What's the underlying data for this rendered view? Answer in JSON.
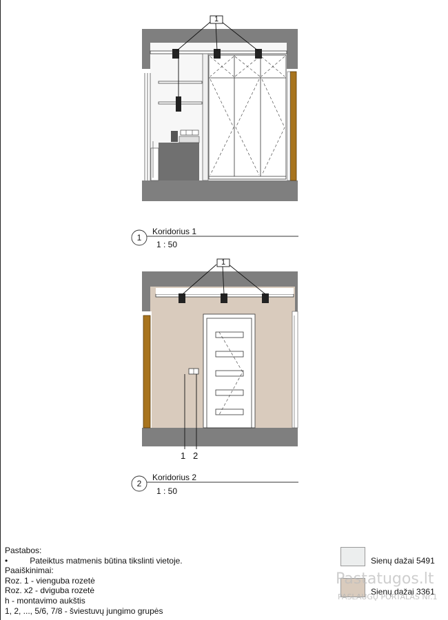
{
  "view1": {
    "title": "Koridorius 1",
    "scale": "1 : 50",
    "number": "1",
    "tag": "1"
  },
  "view2": {
    "title": "Koridorius 2",
    "scale": "1 : 50",
    "number": "2",
    "tag": "1",
    "socket_labels": [
      "1",
      "2"
    ]
  },
  "notes": {
    "heading": "Pastabos:",
    "bullet": "•",
    "bullet_text": "Pateiktus matmenis būtina tikslinti vietoje.",
    "legend_heading": "Paaiškinimai:",
    "lines": [
      "Roz. 1 - vienguba rozetė",
      "Roz. x2 - dviguba rozetė",
      "h - montavimo aukštis",
      "1, 2, ..., 5/6, 7/8 - šviestuvų jungimo grupės"
    ]
  },
  "swatches": [
    {
      "label": "Sienų dažai 5491",
      "color": "#eceeee"
    },
    {
      "label": "Sienų dažai 3361",
      "color": "#d9cbbd"
    }
  ],
  "watermark": {
    "main": "Pastatugos.lt",
    "sub": "PASLAUGŲ PORTALAS Nr.1"
  },
  "colors": {
    "wall": "#7f7f7f",
    "paint_beige": "#d9cbbd",
    "wood": "#a8741e"
  }
}
